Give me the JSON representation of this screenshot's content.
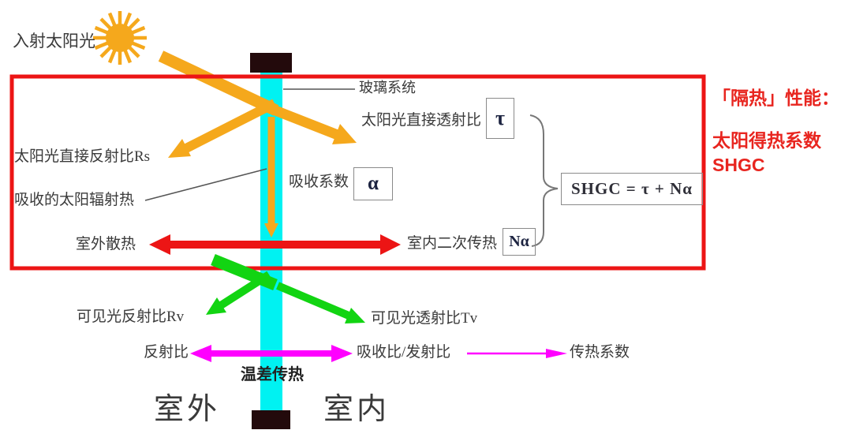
{
  "solar": {
    "incident": "入射太阳光",
    "glass_label": "玻璃系统",
    "transmittance_label": "太阳光直接透射比",
    "transmittance_symbol": "τ",
    "reflectance_label": "太阳光直接反射比Rs",
    "absorbed_label": "吸收的太阳辐射热",
    "absorption_coeff_label": "吸收系数",
    "absorption_symbol": "α",
    "outdoor_release_label": "室外散热",
    "indoor_secondary_label": "室内二次传热",
    "indoor_secondary_symbol": "Nα",
    "formula": "SHGC = τ + Nα"
  },
  "annotation": {
    "title": "「隔热」性能：",
    "line1": "太阳得热系数",
    "line2": "SHGC"
  },
  "visible_light": {
    "reflectance_label": "可见光反射比Rv",
    "transmittance_label": "可见光透射比Tv"
  },
  "thermal": {
    "reflectance_label": "反射比",
    "absorptance_emittance_label": "吸收比/发射比",
    "coefficient_label": "传热系数",
    "temp_diff_label": "温差传热"
  },
  "environment": {
    "outdoor": "室外",
    "indoor": "室内"
  },
  "colors": {
    "orange": "#F5A81C",
    "red": "#EC1515",
    "green": "#12D412",
    "magenta": "#FF00FF",
    "cyan": "#00F2F2",
    "cap": "#230A0C",
    "annotation": "#E8251F",
    "ink": "#3A3A3A",
    "box_border": "#8A8A8A"
  }
}
